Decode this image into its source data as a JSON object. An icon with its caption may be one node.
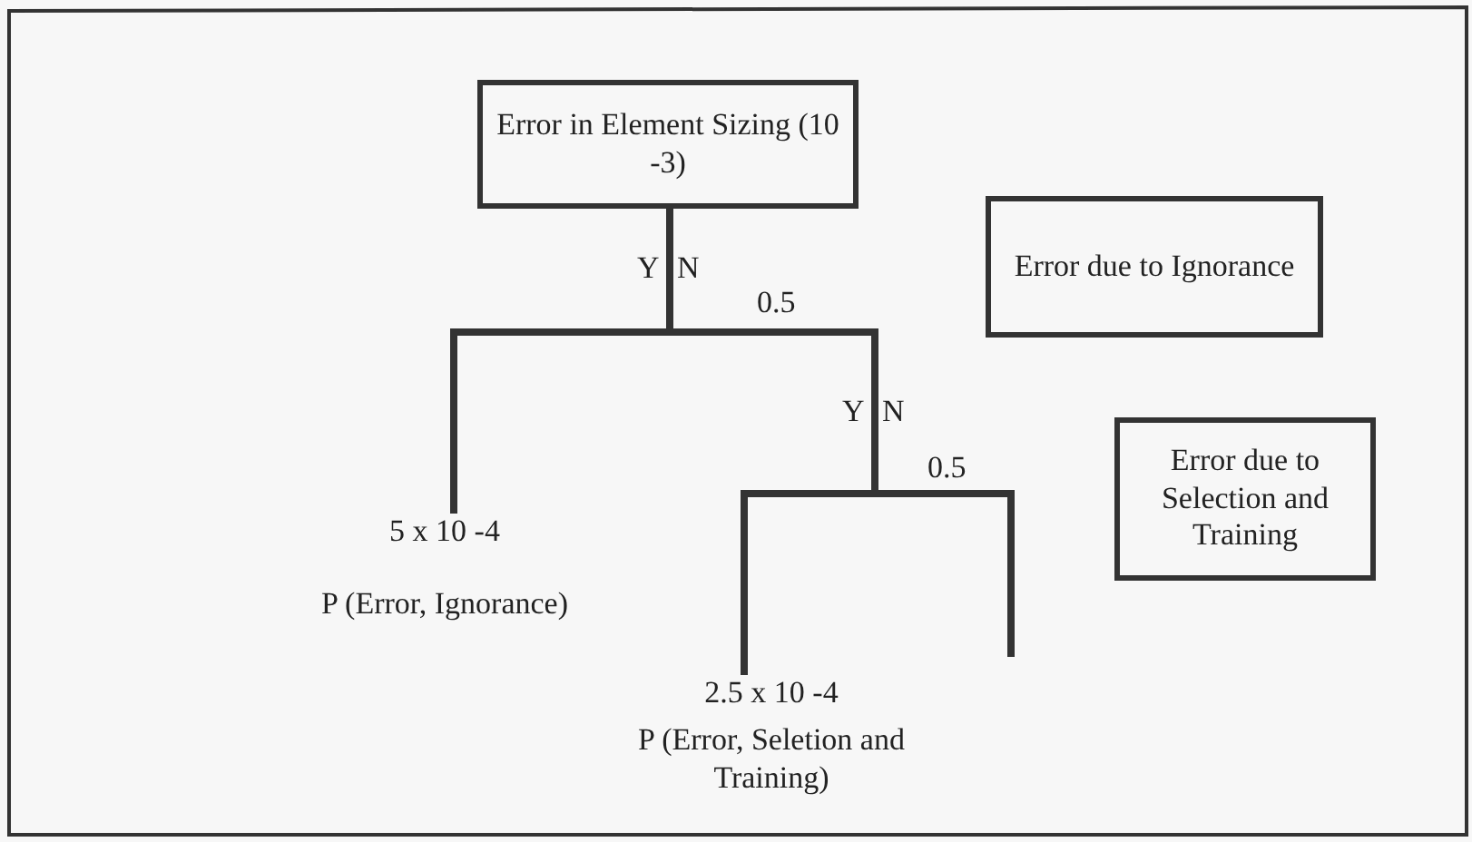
{
  "diagram": {
    "nodes": [
      {
        "text": [
          "Error in Element Sizing (10 -3)"
        ]
      },
      {
        "text": [
          "Error due to Ignorance"
        ]
      },
      {
        "text": [
          "Error due to Selection and Training"
        ]
      },
      {
        "text": [
          "5 x 10 -4",
          "P (Error, Ignorance)"
        ]
      },
      {
        "text": [
          "2.5 x 10 -4",
          "P (Error, Seletion and Training)"
        ]
      }
    ],
    "edges": [
      {
        "from": 0,
        "to": 3,
        "arrow": "none"
      },
      {
        "from": 0,
        "to": 4,
        "arrow": "none"
      },
      {
        "from": 0,
        "to": null,
        "arrow": "none"
      }
    ],
    "labels": [
      "Y",
      "N",
      "0.5",
      "Y",
      "N",
      "0.5"
    ]
  }
}
